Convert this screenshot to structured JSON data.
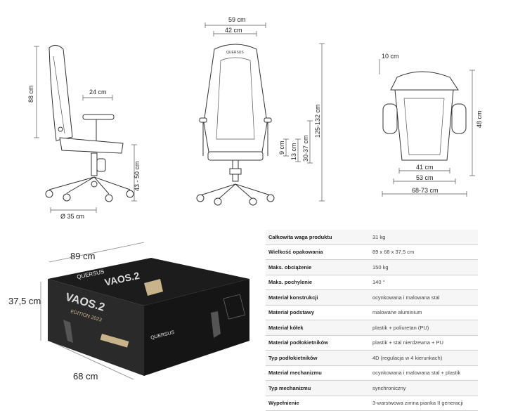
{
  "side_view": {
    "height_total": "88 cm",
    "armrest_width": "24 cm",
    "seat_height": "43 - 50 cm",
    "base_diameter": "Ø 35 cm"
  },
  "front_view": {
    "width_outer": "59 cm",
    "width_inner": "42 cm",
    "armrest_to_seat": "9 cm",
    "armrest_height": "13 cm",
    "armrest_range": "30-37 cm",
    "total_height": "125-132 cm",
    "logo": "QUERSUS"
  },
  "top_view": {
    "headrest": "10 cm",
    "depth": "48 cm",
    "seat_width": "41 cm",
    "armrest_span": "53 cm",
    "total_width": "68-73 cm"
  },
  "box": {
    "length": "89 cm",
    "height": "37,5 cm",
    "depth": "68 cm",
    "brand": "QUERSUS",
    "model": "VAOS.2",
    "edition": "EDITION 2023"
  },
  "specs": [
    {
      "label": "Całkowita waga produktu",
      "value": "31 kg"
    },
    {
      "label": "Wielkość opakowania",
      "value": "89 x 68 x 37,5 cm"
    },
    {
      "label": "Maks. obciążenie",
      "value": "150 kg"
    },
    {
      "label": "Maks. pochylenie",
      "value": "140 °"
    },
    {
      "label": "Materiał konstrukcji",
      "value": "ocynkowana i malowana stal"
    },
    {
      "label": "Materiał podstawy",
      "value": "malowane aluminium"
    },
    {
      "label": "Materiał kółek",
      "value": "plastik + poliuretan (PU)"
    },
    {
      "label": "Materiał podłokietników",
      "value": "plastik + stal nierdzewna + PU"
    },
    {
      "label": "Typ podłokietników",
      "value": "4D (regulacja w 4 kierunkach)"
    },
    {
      "label": "Materiał mechanizmu",
      "value": "ocynkowana i malowana stal + plastik"
    },
    {
      "label": "Typ mechanizmu",
      "value": "synchroniczny"
    },
    {
      "label": "Wypełnienie",
      "value": "3-warstwowa zimna pianka II generacji"
    }
  ]
}
